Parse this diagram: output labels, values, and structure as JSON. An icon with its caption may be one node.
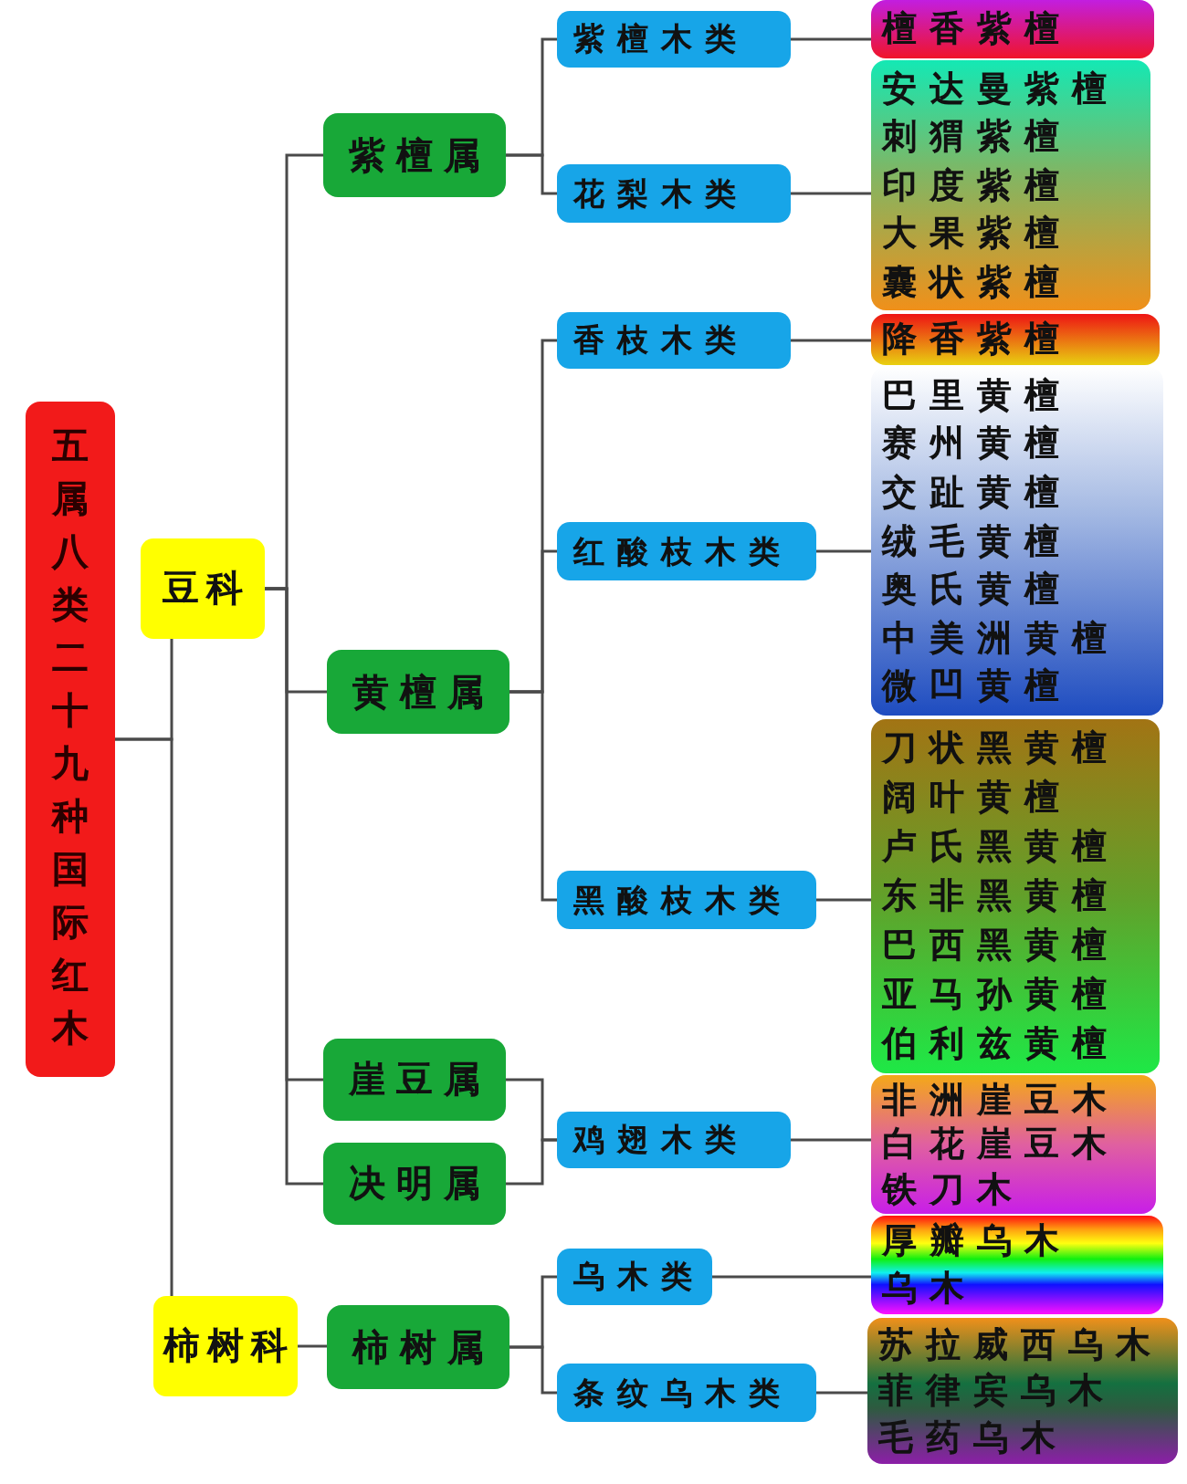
{
  "diagram": {
    "nodes": [
      {
        "text": [
          "五属八类二十九种国际红木"
        ]
      },
      {
        "text": [
          "豆科"
        ]
      },
      {
        "text": [
          "紫檀属"
        ]
      },
      {
        "text": [
          "紫檀木类"
        ]
      },
      {
        "text": [
          "檀香紫檀"
        ]
      },
      {
        "text": [
          "花梨木类"
        ]
      },
      {
        "text": [
          "安达曼紫檀",
          "刺猬紫檀",
          "印度紫檀",
          "大果紫檀",
          "囊状紫檀"
        ]
      },
      {
        "text": [
          "黄檀属"
        ]
      },
      {
        "text": [
          "香枝木类"
        ]
      },
      {
        "text": [
          "降香紫檀"
        ]
      },
      {
        "text": [
          "红酸枝木类"
        ]
      },
      {
        "text": [
          "巴里黄檀",
          "赛州黄檀",
          "交趾黄檀",
          "绒毛黄檀",
          "奥氏黄檀",
          "中美洲黄檀",
          "微凹黄檀"
        ]
      },
      {
        "text": [
          "黑酸枝木类"
        ]
      },
      {
        "text": [
          "刀状黑黄檀",
          "阔叶黄檀",
          "卢氏黑黄檀",
          "东非黑黄檀",
          "巴西黑黄檀",
          "亚马孙黄檀",
          "伯利兹黄檀"
        ]
      },
      {
        "text": [
          "崖豆属"
        ]
      },
      {
        "text": [
          "决明属"
        ]
      },
      {
        "text": [
          "鸡翅木类"
        ]
      },
      {
        "text": [
          "非洲崖豆木",
          "白花崖豆木",
          "铁刀木"
        ]
      },
      {
        "text": [
          "柿树科"
        ]
      },
      {
        "text": [
          "柿树属"
        ]
      },
      {
        "text": [
          "乌木类"
        ]
      },
      {
        "text": [
          "厚瓣乌木",
          "乌木"
        ]
      },
      {
        "text": [
          "条纹乌木类"
        ]
      },
      {
        "text": [
          "苏拉威西乌木",
          "菲律宾乌木",
          "毛药乌木"
        ]
      }
    ],
    "edges": [
      {
        "from": 0,
        "to": 1,
        "arrow": "none"
      },
      {
        "from": 0,
        "to": 18,
        "arrow": "none"
      },
      {
        "from": 1,
        "to": 2,
        "arrow": "none"
      },
      {
        "from": 1,
        "to": 7,
        "arrow": "none"
      },
      {
        "from": 1,
        "to": 14,
        "arrow": "none"
      },
      {
        "from": 1,
        "to": 15,
        "arrow": "none"
      },
      {
        "from": 2,
        "to": 3,
        "arrow": "none"
      },
      {
        "from": 2,
        "to": 5,
        "arrow": "none"
      },
      {
        "from": 3,
        "to": 4,
        "arrow": "none"
      },
      {
        "from": 5,
        "to": 6,
        "arrow": "none"
      },
      {
        "from": 7,
        "to": 8,
        "arrow": "none"
      },
      {
        "from": 7,
        "to": 10,
        "arrow": "none"
      },
      {
        "from": 7,
        "to": 12,
        "arrow": "none"
      },
      {
        "from": 8,
        "to": 9,
        "arrow": "none"
      },
      {
        "from": 10,
        "to": 11,
        "arrow": "none"
      },
      {
        "from": 12,
        "to": 13,
        "arrow": "none"
      },
      {
        "from": 14,
        "to": 16,
        "arrow": "none"
      },
      {
        "from": 15,
        "to": 16,
        "arrow": "none"
      },
      {
        "from": 16,
        "to": 17,
        "arrow": "none"
      },
      {
        "from": 18,
        "to": 19,
        "arrow": "none"
      },
      {
        "from": 19,
        "to": 20,
        "arrow": "none"
      },
      {
        "from": 19,
        "to": 22,
        "arrow": "none"
      },
      {
        "from": 20,
        "to": 21,
        "arrow": "none"
      },
      {
        "from": 22,
        "to": 23,
        "arrow": "none"
      }
    ]
  }
}
